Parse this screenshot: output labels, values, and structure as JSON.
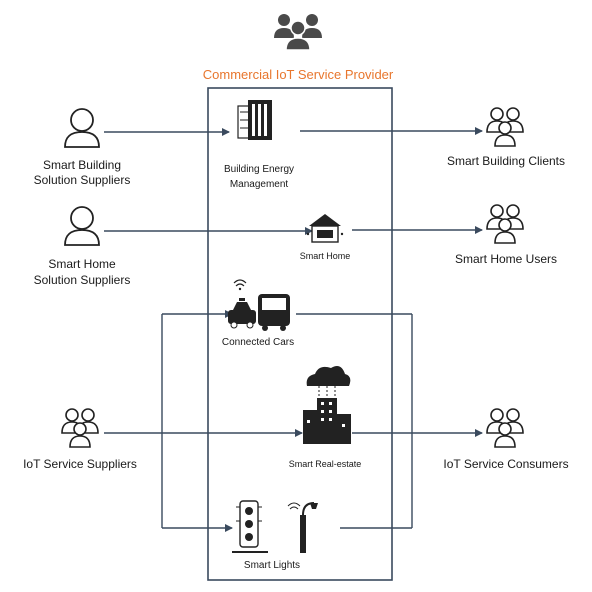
{
  "diagram": {
    "title": "Commercial IoT Service Provider",
    "title_color": "#E8762D",
    "line_color": "#3a4a5e",
    "suppliers": {
      "building": [
        "Smart Building",
        "Solution Suppliers"
      ],
      "home": [
        "Smart Home",
        "Solution Suppliers"
      ],
      "iot": [
        "IoT Service Suppliers"
      ]
    },
    "consumers": {
      "building": "Smart Building Clients",
      "home": "Smart Home Users",
      "iot": "IoT Service Consumers"
    },
    "services": {
      "building_energy": [
        "Building Energy",
        "Management"
      ],
      "smart_home": "Smart Home",
      "connected_cars": "Connected Cars",
      "real_estate": "Smart Real-estate",
      "smart_lights": "Smart Lights"
    },
    "icons": {
      "provider": "provider-group-icon",
      "single_person": "person-icon",
      "group": "people-group-icon",
      "building": "office-building-icon",
      "home": "smart-house-icon",
      "cars": "taxi-bus-icon",
      "real_estate": "cloud-building-icon",
      "lights": "traffic-light-streetlamp-icon"
    }
  }
}
